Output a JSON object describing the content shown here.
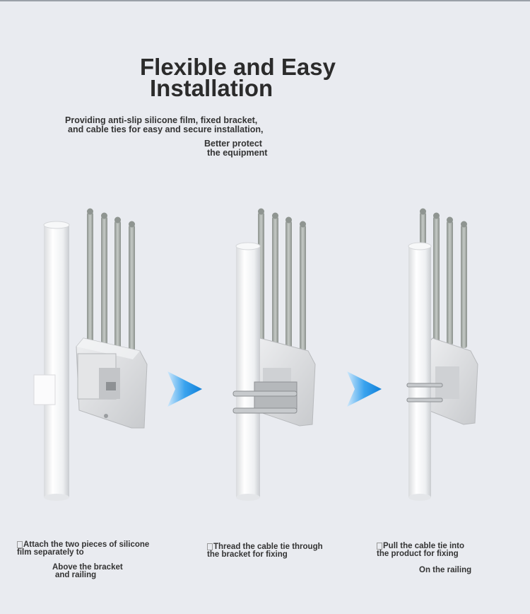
{
  "title": {
    "line1": "Flexible and Easy",
    "line2": "Installation"
  },
  "subtitle": {
    "line1": "Providing anti-slip silicone film, fixed bracket,",
    "line2": "and cable ties for easy and secure installation,"
  },
  "subtitle2": {
    "line1": "Better protect",
    "line2": "the equipment"
  },
  "steps": [
    {
      "line1": "Attach the two pieces of silicone",
      "line2": "film separately to",
      "line3": "Above the bracket",
      "line4": "and railing"
    },
    {
      "line1": "Thread the cable tie through",
      "line2": "the bracket for fixing"
    },
    {
      "line1": "Pull the cable tie into",
      "line2": "the product for fixing",
      "line3": "On the railing"
    }
  ],
  "colors": {
    "background": "#e9ebf0",
    "arrow": "#1e90e8",
    "pole": "#f2f3f5",
    "device": "#dcdde0",
    "antenna": "#9ea4a0"
  },
  "icons": [
    "arrow-right-icon",
    "arrow-right-icon"
  ]
}
